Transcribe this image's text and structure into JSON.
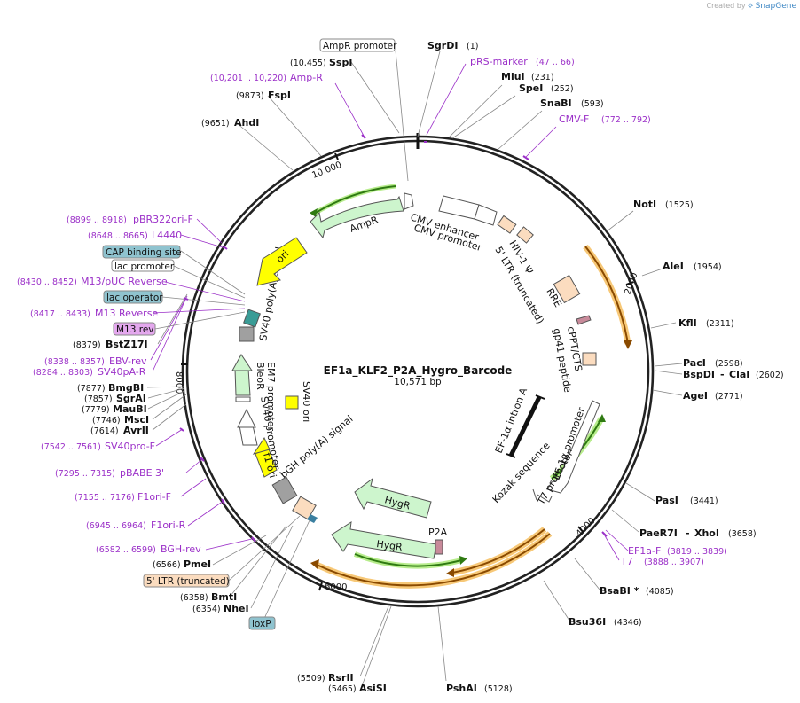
{
  "credit": {
    "prefix": "Created by",
    "brand": "SnapGene"
  },
  "plasmid": {
    "name": "EF1a_KLF2_P2A_Hygro_Barcode",
    "length_label": "10,571 bp"
  },
  "ticks": [
    "2000",
    "4000",
    "6000",
    "8000",
    "10,000"
  ],
  "sites": [
    {
      "name": "SgrDI",
      "pos": "(1)"
    },
    {
      "name": "MluI",
      "pos": "(231)"
    },
    {
      "name": "SpeI",
      "pos": "(252)"
    },
    {
      "name": "SnaBI",
      "pos": "(593)"
    },
    {
      "name": "NotI",
      "pos": "(1525)"
    },
    {
      "name": "AleI",
      "pos": "(1954)"
    },
    {
      "name": "KflI",
      "pos": "(2311)"
    },
    {
      "name": "PacI",
      "pos": "(2598)"
    },
    {
      "name": "BspDI",
      "pos": ""
    },
    {
      "name": "ClaI",
      "pos": "(2602)"
    },
    {
      "name": "AgeI",
      "pos": "(2771)"
    },
    {
      "name": "PasI",
      "pos": "(3441)"
    },
    {
      "name": "PaeR7I",
      "pos": ""
    },
    {
      "name": "XhoI",
      "pos": "(3658)"
    },
    {
      "name": "BsaBI *",
      "pos": "(4085)"
    },
    {
      "name": "Bsu36I",
      "pos": "(4346)"
    },
    {
      "name": "PshAI",
      "pos": "(5128)"
    },
    {
      "name": "AsiSI",
      "pos": "(5465)"
    },
    {
      "name": "RsrII",
      "pos": "(5509)"
    },
    {
      "name": "NheI",
      "pos": "(6354)"
    },
    {
      "name": "BmtI",
      "pos": "(6358)"
    },
    {
      "name": "PmeI",
      "pos": "(6566)"
    },
    {
      "name": "AvrII",
      "pos": "(7614)"
    },
    {
      "name": "MscI",
      "pos": "(7746)"
    },
    {
      "name": "MauBI",
      "pos": "(7779)"
    },
    {
      "name": "SgrAI",
      "pos": "(7857)"
    },
    {
      "name": "BmgBI",
      "pos": "(7877)"
    },
    {
      "name": "BstZ17I",
      "pos": "(8379)"
    },
    {
      "name": "AhdI",
      "pos": "(9651)"
    },
    {
      "name": "FspI",
      "pos": "(9873)"
    },
    {
      "name": "SspI",
      "pos": "(10,455)"
    }
  ],
  "primers": [
    {
      "name": "pRS-marker",
      "pos": "(47 .. 66)"
    },
    {
      "name": "CMV-F",
      "pos": "(772 .. 792)"
    },
    {
      "name": "EF1a-F",
      "pos": "(3819 .. 3839)"
    },
    {
      "name": "T7",
      "pos": "(3888 .. 3907)"
    },
    {
      "name": "BGH-rev",
      "pos": "(6582 .. 6599)"
    },
    {
      "name": "F1ori-R",
      "pos": "(6945 .. 6964)"
    },
    {
      "name": "F1ori-F",
      "pos": "(7155 .. 7176)"
    },
    {
      "name": "pBABE 3'",
      "pos": "(7295 .. 7315)"
    },
    {
      "name": "SV40pro-F",
      "pos": "(7542 .. 7561)"
    },
    {
      "name": "SV40pA-R",
      "pos": "(8284 .. 8303)"
    },
    {
      "name": "EBV-rev",
      "pos": "(8338 .. 8357)"
    },
    {
      "name": "M13 Reverse",
      "pos": "(8417 .. 8433)"
    },
    {
      "name": "M13/pUC Reverse",
      "pos": "(8430 .. 8452)"
    },
    {
      "name": "L4440",
      "pos": "(8648 .. 8665)"
    },
    {
      "name": "pBR322ori-F",
      "pos": "(8899 .. 8918)"
    },
    {
      "name": "Amp-R",
      "pos": "(10,201 .. 10,220)"
    }
  ],
  "boxed": [
    {
      "name": "AmpR promoter"
    },
    {
      "name": "CAP binding site"
    },
    {
      "name": "lac promoter"
    },
    {
      "name": "lac operator"
    },
    {
      "name": "M13 rev"
    },
    {
      "name": "5' LTR (truncated)"
    },
    {
      "name": "loxP"
    }
  ],
  "features": {
    "cmv_enhancer": "CMV enhancer",
    "cmv_promoter": "CMV promoter",
    "hiv_psi": "HIV-1 Ψ",
    "ltr_trunc": "5' LTR (truncated)",
    "rre": "RRE",
    "cppt": "cPPT/CTS",
    "gp41": "gp41 peptide",
    "ef1a_intron": "EF-1α intron A",
    "ef1a_promoter": "EF-1α promoter",
    "t7_promoter": "T7 promoter",
    "kozak": "Kozak sequence",
    "p2a": "P2A",
    "hygr_inner": "HygR",
    "hygr_outer": "HygR",
    "bgh": "bGH poly(A) signal",
    "f1ori": "f1 ori",
    "sv40_promoter": "SV40 promoter",
    "em7": "EM7 promoter",
    "bleor": "BleoR",
    "sv40_ori": "SV40 ori",
    "sv40_polya": "SV40 poly(A) signal",
    "ori": "ori",
    "ampr": "AmpR"
  },
  "colors": {
    "backbone": "#222222",
    "primer": "#9b30c8",
    "orf_fill": "#cdf5cd",
    "promoter_fill": "#ffffff",
    "ltr_fill": "#fbdcbf",
    "ori_fill": "#ffff00",
    "orange_arrow": "#8a4a00",
    "orange_glow": "#f7c877",
    "green_arrow": "#2f7a12",
    "green_glow": "#b7ec8c",
    "lac_operator_fill": "#8fc3cf",
    "m13_fill": "#e4a8ee",
    "p2a_fill": "#c88a9a"
  }
}
